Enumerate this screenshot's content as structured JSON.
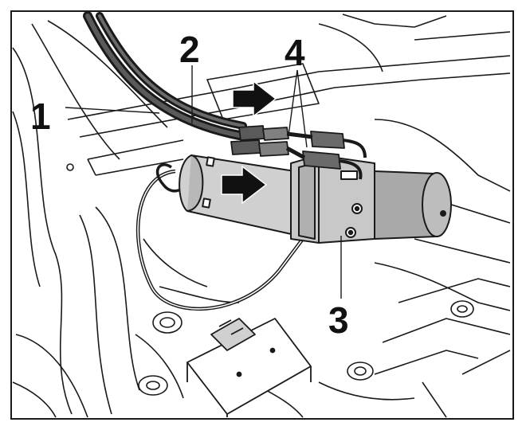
{
  "callouts": {
    "c1": "1",
    "c2": "2",
    "c3": "3",
    "c4": "4"
  },
  "colors": {
    "line": "#1a1a1a",
    "fill_light": "#ffffff",
    "fill_grey": "#d0d0d0",
    "fill_dark": "#a9a9a9",
    "cable": "#2a2a2a"
  }
}
